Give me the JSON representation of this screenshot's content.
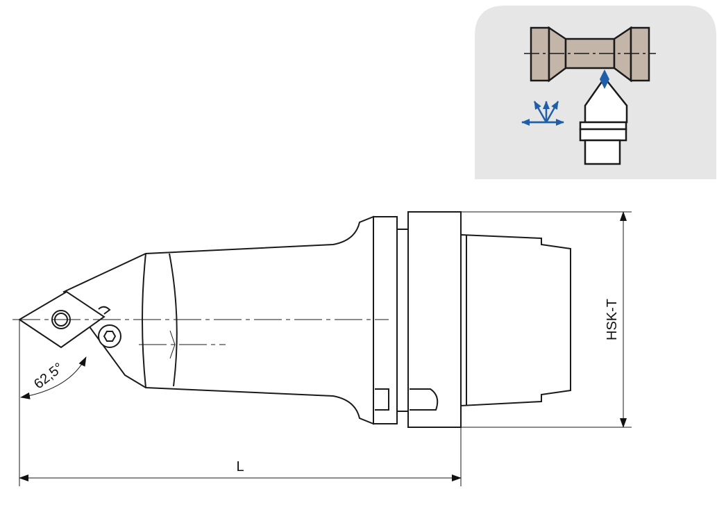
{
  "dimensions": {
    "length_label": "L",
    "interface_label": "HSK-T",
    "angle_label": "62,5°"
  },
  "colors": {
    "outline": "#1a1a1a",
    "inset_background": "#e6e6e6",
    "workpiece_fill": "#c3b5a8",
    "motion_arrows": "#1f5fa8",
    "insert_highlight": "#1f5fa8"
  },
  "icons": {
    "inset": "turning-operation-icon",
    "motion": "feed-direction-arrows-icon"
  }
}
